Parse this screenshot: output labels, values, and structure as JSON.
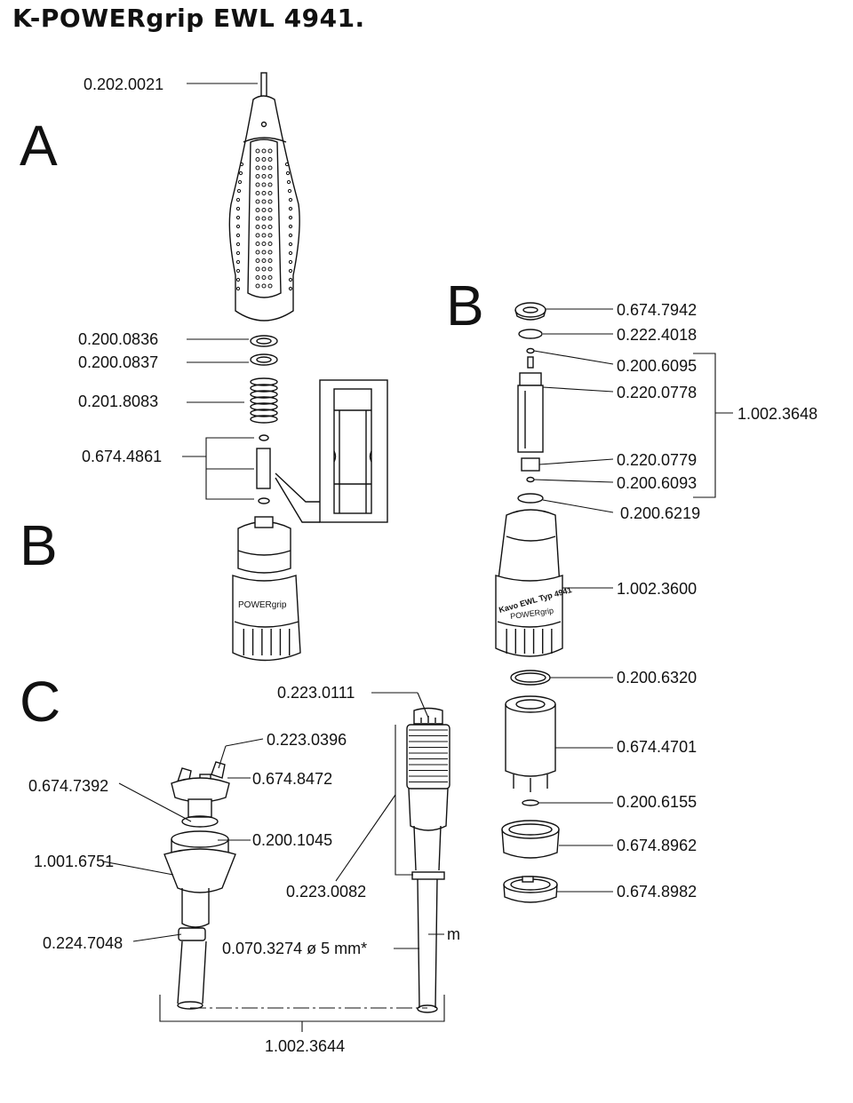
{
  "title": "K-POWERgrip EWL 4941.",
  "sections": {
    "a": "A",
    "b_left": "B",
    "b_right": "B",
    "c": "C"
  },
  "labels": {
    "p_0_202_0021": "0.202.0021",
    "p_0_200_0836": "0.200.0836",
    "p_0_200_0837": "0.200.0837",
    "p_0_201_8083": "0.201.8083",
    "p_0_674_4861": "0.674.4861",
    "p_0_674_7942": "0.674.7942",
    "p_0_222_4018": "0.222.4018",
    "p_0_200_6095": "0.200.6095",
    "p_0_220_0778": "0.220.0778",
    "p_1_002_3648": "1.002.3648",
    "p_0_220_0779": "0.220.0779",
    "p_0_200_6093": "0.200.6093",
    "p_0_200_6219": "0.200.6219",
    "p_1_002_3600": "1.002.3600",
    "p_0_200_6320": "0.200.6320",
    "p_0_674_4701": "0.674.4701",
    "p_0_200_6155": "0.200.6155",
    "p_0_674_8962": "0.674.8962",
    "p_0_674_8982": "0.674.8982",
    "p_0_223_0111": "0.223.0111",
    "p_0_223_0396": "0.223.0396",
    "p_0_674_7392": "0.674.7392",
    "p_0_674_8472": "0.674.8472",
    "p_0_200_1045": "0.200.1045",
    "p_1_001_6751": "1.001.6751",
    "p_0_223_0082": "0.223.0082",
    "p_0_224_7048": "0.224.7048",
    "p_0_070_3274": "0.070.3274 ø 5 mm*",
    "m": "m",
    "p_1_002_3644": "1.002.3644"
  },
  "part_texts": {
    "grip_brand_left": "POWERgrip",
    "motor_type": "Kavo EWL Typ 4941",
    "grip_brand_right": "POWERgrip"
  }
}
